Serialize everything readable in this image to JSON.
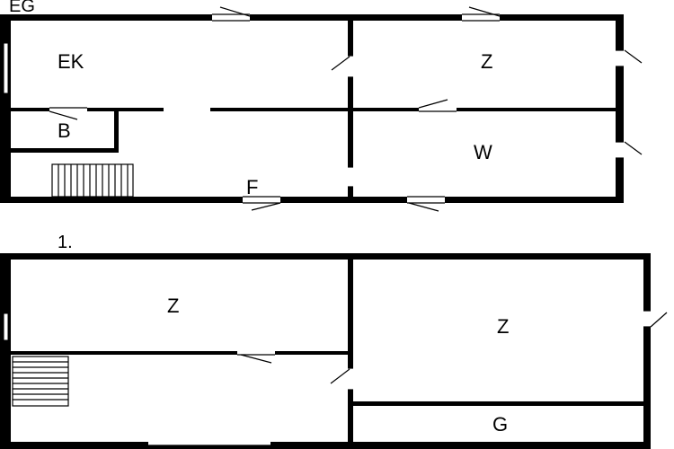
{
  "floors": [
    {
      "label": "EG",
      "rooms": [
        {
          "label": "EK"
        },
        {
          "label": "Z"
        },
        {
          "label": "B"
        },
        {
          "label": "W"
        },
        {
          "label": "F"
        }
      ]
    },
    {
      "label": "1.",
      "rooms": [
        {
          "label": "Z"
        },
        {
          "label": "Z"
        },
        {
          "label": "G"
        }
      ]
    }
  ]
}
